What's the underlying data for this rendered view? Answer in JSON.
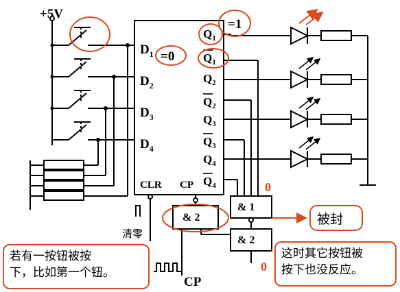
{
  "supply": {
    "label": "+5V"
  },
  "register": {
    "inputs": [
      "D",
      "D",
      "D",
      "D"
    ],
    "input_subscripts": [
      "1",
      "2",
      "3",
      "4"
    ],
    "outputs": [
      "Q",
      "Q",
      "Q",
      "Q",
      "Q",
      "Q",
      "Q",
      "Q"
    ],
    "output_subscripts": [
      "1",
      "1",
      "2",
      "2",
      "3",
      "3",
      "4",
      "4"
    ],
    "clr_label": "CLR",
    "cp_label": "CP"
  },
  "gates": {
    "and1": "& 1",
    "and2_lower": "& 2",
    "and2_left": "& 2"
  },
  "annotations": {
    "q1_value": "=1",
    "q1bar_value": "=0",
    "and1_input_level": "0",
    "and2_input_level": "0",
    "clear_label": "清零",
    "cp_clock_label": "CP",
    "blocked_label": "被封"
  },
  "callouts": {
    "left_line1": "若有一按钮被按",
    "left_line2": "下，比如第一个钮。",
    "right_line1": "这时其它按钮被",
    "right_line2": "按下也没反应。"
  },
  "colors": {
    "accent": "#d94a1e",
    "ink": "#000000"
  }
}
